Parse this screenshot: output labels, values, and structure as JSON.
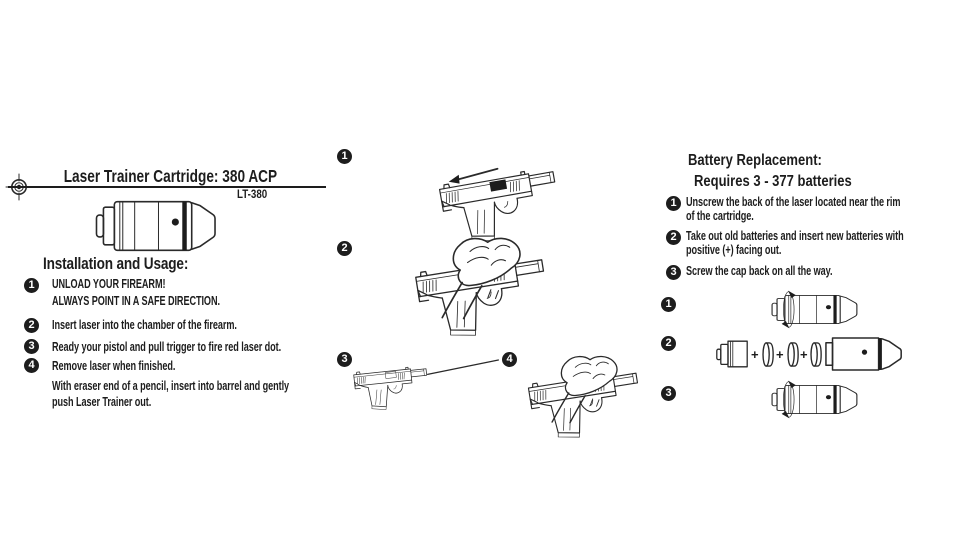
{
  "colors": {
    "ink": "#1d1d1d",
    "paper": "#ffffff"
  },
  "header": {
    "title": "Laser Trainer Cartridge: 380 ACP",
    "model": "LT-380"
  },
  "installation": {
    "heading": "Installation and Usage:",
    "steps": [
      {
        "num": "1",
        "lines": [
          "UNLOAD YOUR FIREARM!",
          "ALWAYS POINT IN A SAFE DIRECTION."
        ]
      },
      {
        "num": "2",
        "lines": [
          "Insert laser into the chamber of the firearm."
        ]
      },
      {
        "num": "3",
        "lines": [
          "Ready your pistol and pull trigger to fire red laser dot."
        ]
      },
      {
        "num": "4",
        "lines": [
          "Remove laser when finished."
        ]
      }
    ],
    "note_lines": [
      "With eraser end of a pencil, insert into barrel and gently",
      "push Laser Trainer out."
    ]
  },
  "usage_figures": [
    {
      "num": "1"
    },
    {
      "num": "2"
    },
    {
      "num": "3"
    },
    {
      "num": "4"
    }
  ],
  "battery": {
    "heading_lines": [
      "Battery Replacement:",
      "Requires 3 - 377 batteries"
    ],
    "steps": [
      {
        "num": "1",
        "lines": [
          "Unscrew the back of the laser located near the rim",
          "of the cartridge."
        ]
      },
      {
        "num": "2",
        "lines": [
          "Take out old batteries and insert new batteries with",
          "positive (+) facing out."
        ]
      },
      {
        "num": "3",
        "lines": [
          "Screw the cap back on all the way."
        ]
      }
    ],
    "figures": [
      {
        "num": "1"
      },
      {
        "num": "2"
      },
      {
        "num": "3"
      }
    ],
    "plus": "+"
  }
}
